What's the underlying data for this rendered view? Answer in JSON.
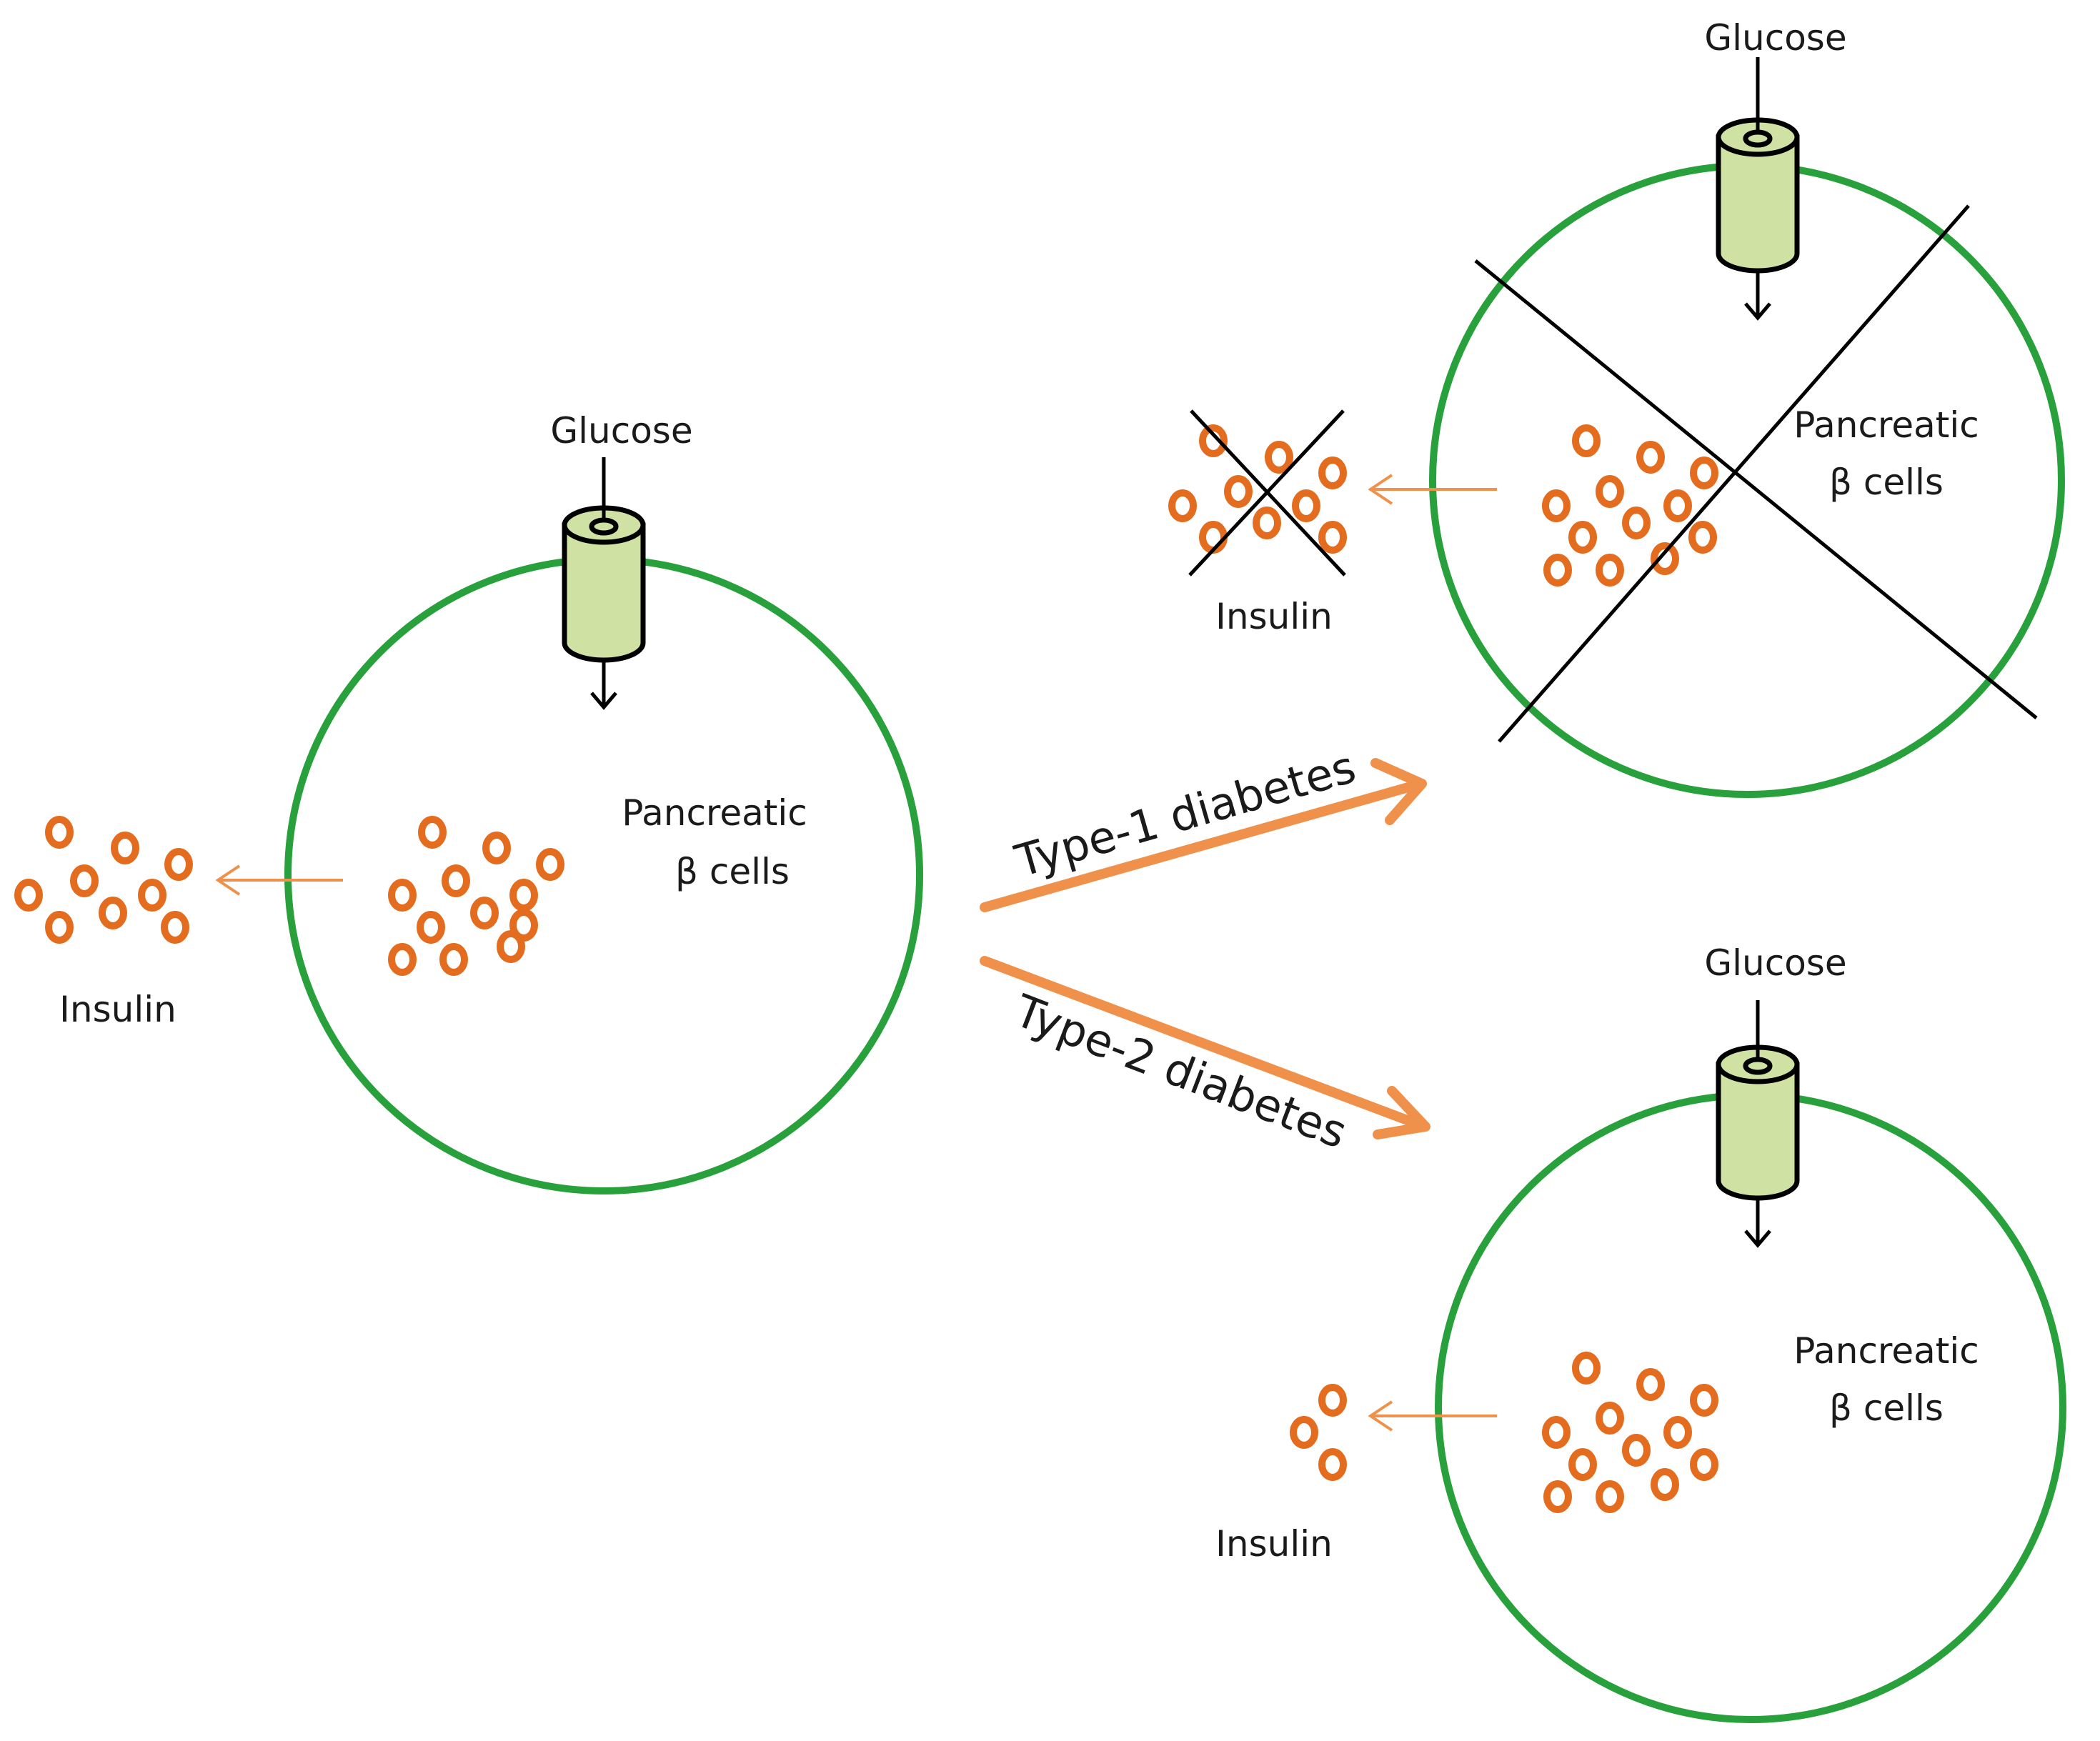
{
  "labels": {
    "glucose": "Glucose",
    "pancreatic": "Pancreatic",
    "beta_cells": "β cells",
    "insulin": "Insulin",
    "type1": "Type-1 diabetes",
    "type2": "Type-2 diabetes"
  },
  "colors": {
    "cell_border": "#28a03c",
    "channel_fill": "#cfe1a3",
    "insulin": "#e36c1f",
    "pathway_arrow": "#f0914b",
    "cross_lines": "#000000",
    "text": "#1a1a1a"
  }
}
